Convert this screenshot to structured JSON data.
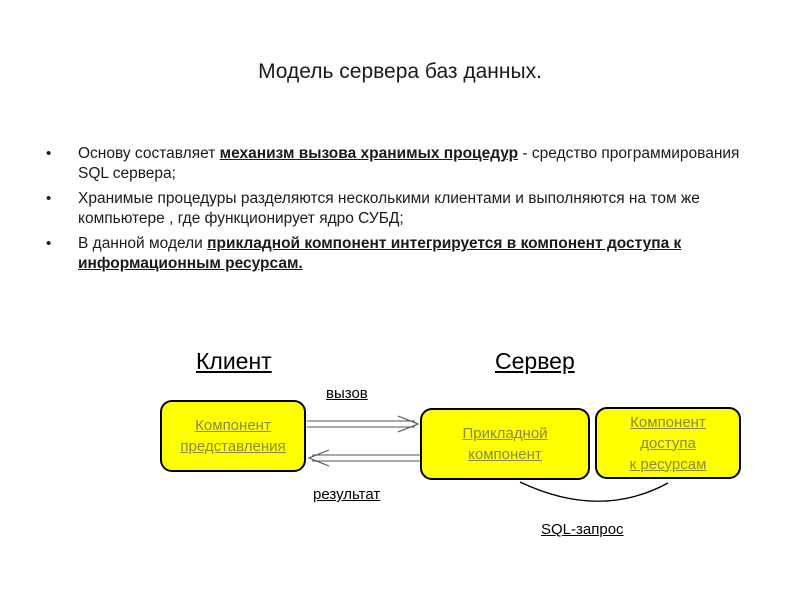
{
  "slide": {
    "title": "Модель сервера баз данных."
  },
  "bullets": [
    {
      "pre": "Основу составляет ",
      "highlight": "механизм вызова хранимых процедур",
      "post": " - средство программирования SQL сервера;"
    },
    {
      "pre": "Хранимые процедуры разделяются несколькими клиентами и выполняются на том же компьютере ,  где функционирует ядро СУБД;",
      "highlight": "",
      "post": ""
    },
    {
      "pre": "В данной модели ",
      "highlight": "прикладной компонент интегрируется в компонент доступа к информационным ресурсам.",
      "post": ""
    }
  ],
  "diagram": {
    "client_label": "Клиент",
    "server_label": "Сервер",
    "call_label": "вызов",
    "result_label": "результат",
    "sql_label": "SQL-запрос",
    "boxes": {
      "presentation": [
        "Компонент",
        "представления"
      ],
      "application": [
        "Прикладной",
        "компонент"
      ],
      "access": [
        "Компонент",
        "доступа",
        "к ресурсам"
      ]
    },
    "box_fill": "#ffff00"
  }
}
